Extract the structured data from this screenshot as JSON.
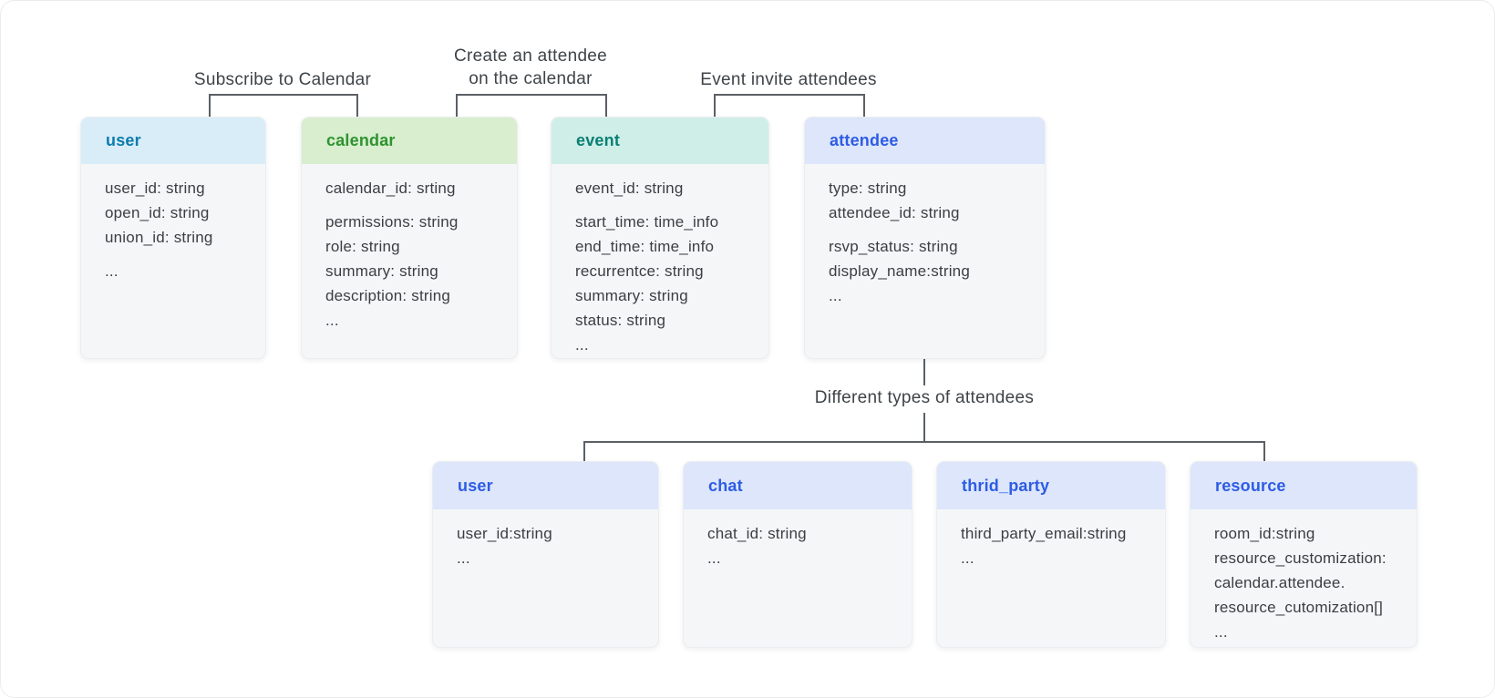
{
  "palette": {
    "background": "#ffffff",
    "line": "#5b6066",
    "label_text": "#3f4448",
    "box_body_bg": "#f5f6f8"
  },
  "labels": {
    "subscribe": "Subscribe to Calendar",
    "create_line1": "Create an attendee",
    "create_line2": "on the calendar",
    "invite": "Event invite attendees",
    "types": "Different types of attendees"
  },
  "entities": {
    "user": {
      "title": "user",
      "header_bg": "#d9edf8",
      "title_color": "#0b7cad",
      "groups": [
        [
          "user_id: string",
          "open_id: string",
          "union_id: string"
        ],
        [
          "..."
        ]
      ]
    },
    "calendar": {
      "title": "calendar",
      "header_bg": "#d8eecf",
      "title_color": "#2e9330",
      "groups": [
        [
          "calendar_id: srting"
        ],
        [
          "permissions: string",
          "role: string",
          "summary: string",
          "description: string",
          "..."
        ]
      ]
    },
    "event": {
      "title": "event",
      "header_bg": "#cfeee8",
      "title_color": "#0a7f74",
      "groups": [
        [
          "event_id: string"
        ],
        [
          "start_time: time_info",
          "end_time: time_info",
          "recurrentce: string",
          "summary: string",
          "status: string",
          "..."
        ]
      ]
    },
    "attendee": {
      "title": "attendee",
      "header_bg": "#dde6fa",
      "title_color": "#2d5ce5",
      "groups": [
        [
          "type: string",
          "attendee_id: string"
        ],
        [
          "rsvp_status: string",
          "display_name:string",
          "..."
        ]
      ]
    },
    "user_type": {
      "title": "user",
      "header_bg": "#dde6fa",
      "title_color": "#2d5ce5",
      "groups": [
        [
          "user_id:string",
          "..."
        ]
      ]
    },
    "chat": {
      "title": "chat",
      "header_bg": "#dde6fa",
      "title_color": "#2d5ce5",
      "groups": [
        [
          "chat_id: string",
          "..."
        ]
      ]
    },
    "thrid_party": {
      "title": "thrid_party",
      "header_bg": "#dde6fa",
      "title_color": "#2d5ce5",
      "groups": [
        [
          "third_party_email:string",
          "..."
        ]
      ]
    },
    "resource": {
      "title": "resource",
      "header_bg": "#dde6fa",
      "title_color": "#2d5ce5",
      "groups": [
        [
          "room_id:string",
          "resource_customization:",
          "calendar.attendee.",
          "resource_cutomization[]",
          "..."
        ]
      ]
    }
  }
}
